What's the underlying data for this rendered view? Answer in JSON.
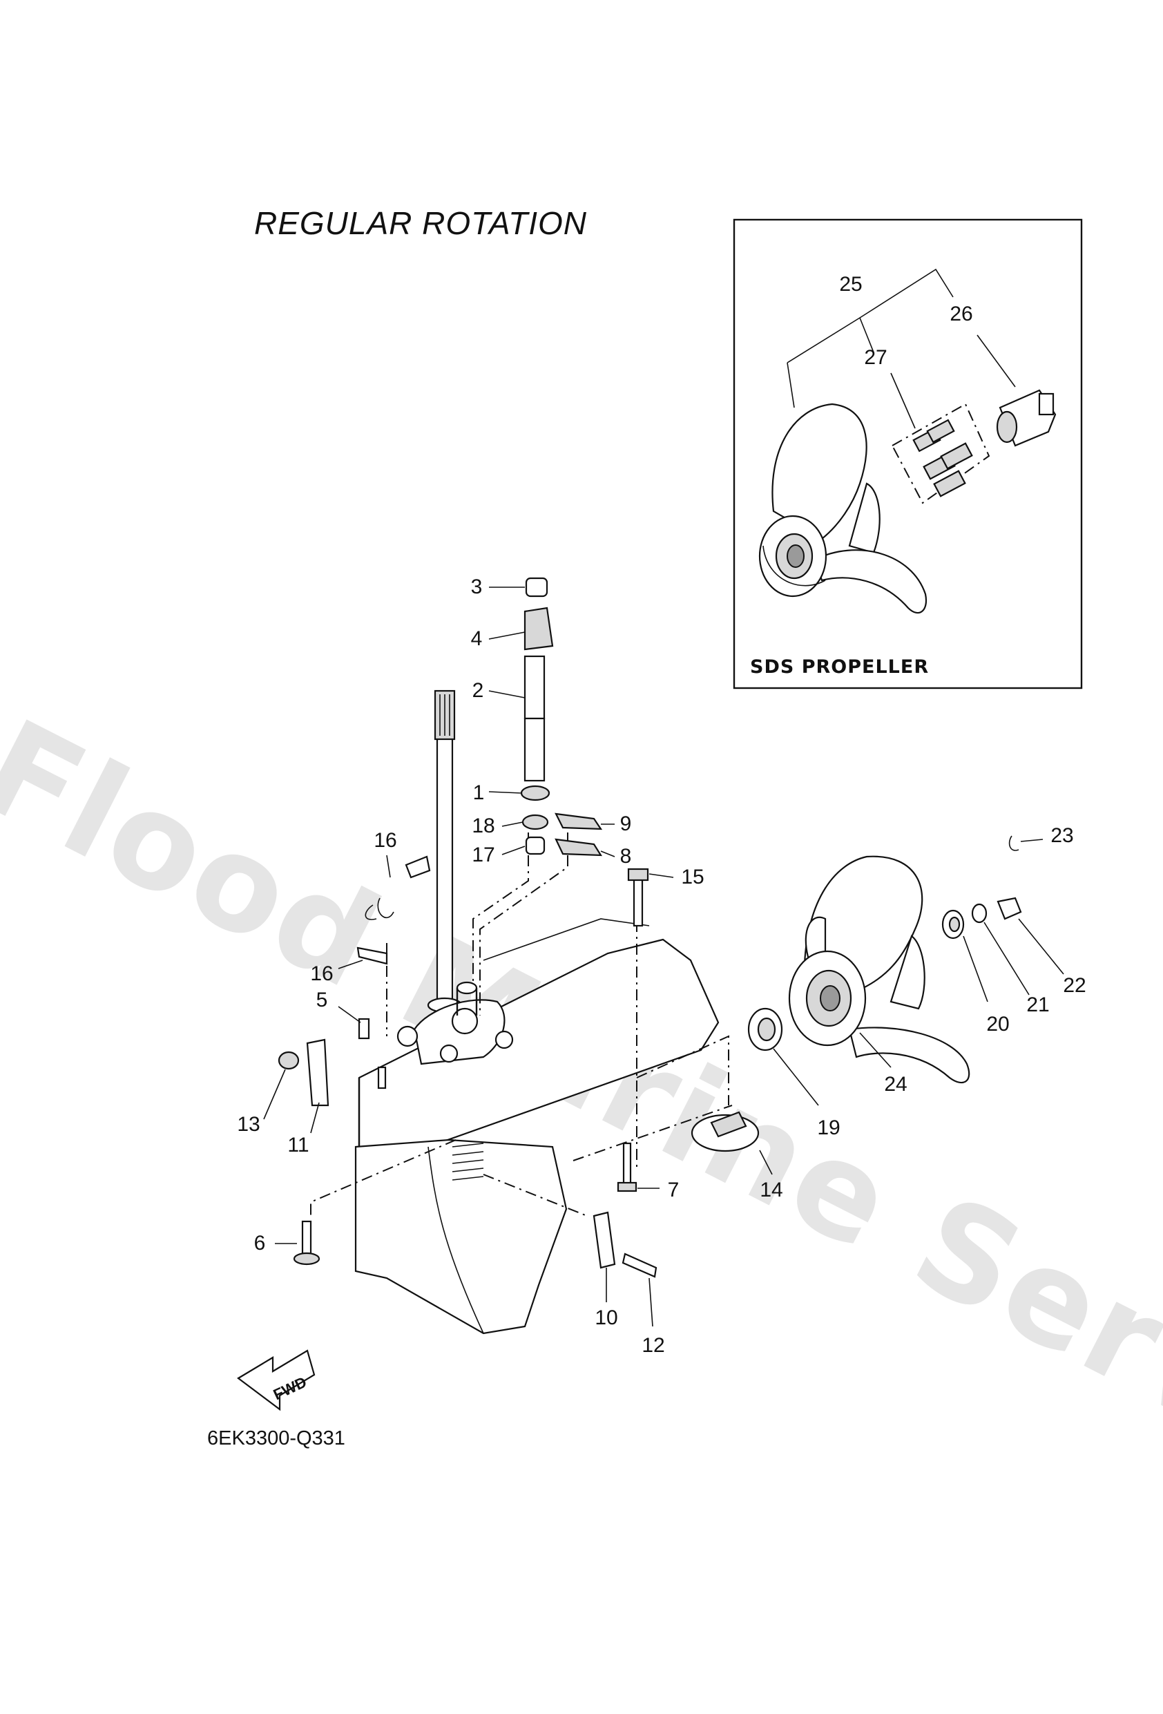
{
  "title": "REGULAR ROTATION",
  "inset_label": "SDS PROPELLER",
  "doc_code": "6EK3300-Q331",
  "fwd_label": "FWD",
  "watermark": "Flood Marine Services",
  "callouts": [
    {
      "id": "c1",
      "text": "1"
    },
    {
      "id": "c2",
      "text": "2"
    },
    {
      "id": "c3",
      "text": "3"
    },
    {
      "id": "c4",
      "text": "4"
    },
    {
      "id": "c5",
      "text": "5"
    },
    {
      "id": "c6",
      "text": "6"
    },
    {
      "id": "c7",
      "text": "7"
    },
    {
      "id": "c8",
      "text": "8"
    },
    {
      "id": "c9",
      "text": "9"
    },
    {
      "id": "c10",
      "text": "10"
    },
    {
      "id": "c11",
      "text": "11"
    },
    {
      "id": "c12",
      "text": "12"
    },
    {
      "id": "c13",
      "text": "13"
    },
    {
      "id": "c14",
      "text": "14"
    },
    {
      "id": "c15",
      "text": "15"
    },
    {
      "id": "c16a",
      "text": "16"
    },
    {
      "id": "c16b",
      "text": "16"
    },
    {
      "id": "c17",
      "text": "17"
    },
    {
      "id": "c18",
      "text": "18"
    },
    {
      "id": "c19",
      "text": "19"
    },
    {
      "id": "c20",
      "text": "20"
    },
    {
      "id": "c21",
      "text": "21"
    },
    {
      "id": "c22",
      "text": "22"
    },
    {
      "id": "c23",
      "text": "23"
    },
    {
      "id": "c24",
      "text": "24"
    },
    {
      "id": "c25",
      "text": "25"
    },
    {
      "id": "c26",
      "text": "26"
    },
    {
      "id": "c27",
      "text": "27"
    }
  ]
}
